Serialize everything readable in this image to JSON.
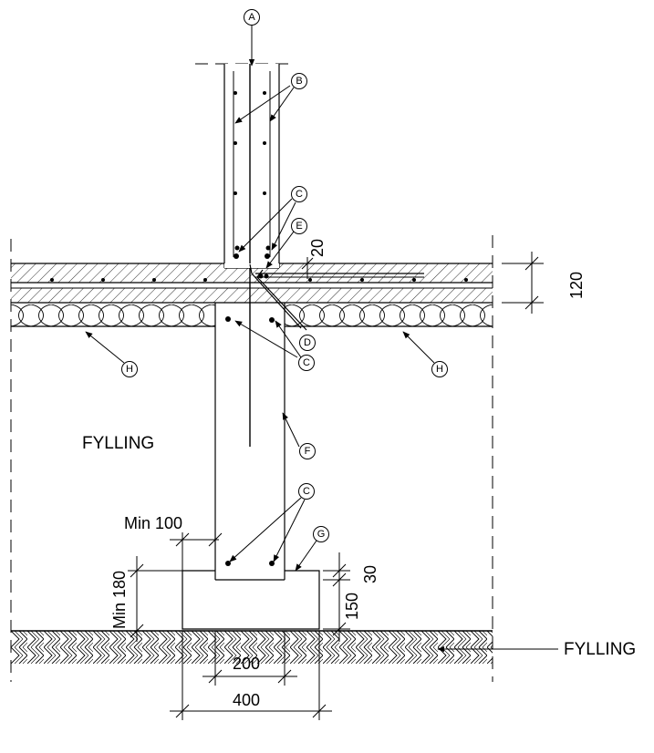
{
  "labels": {
    "a": "A",
    "b": "B",
    "c": "C",
    "d": "D",
    "e": "E",
    "f": "F",
    "g": "G",
    "h": "H"
  },
  "texts": {
    "fill_left": "FYLLING",
    "fill_ground": "FYLLING",
    "min_100": "Min 100",
    "min_180": "Min 180"
  },
  "dimensions": {
    "cover_20": "20",
    "slab_120": "120",
    "footing_30": "30",
    "footing_150": "150",
    "wall_200": "200",
    "footing_400": "400"
  }
}
